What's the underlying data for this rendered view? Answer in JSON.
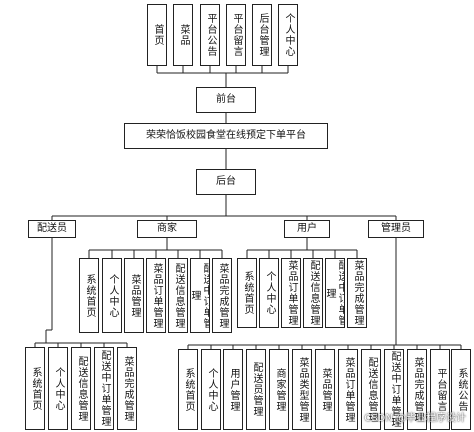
{
  "top_modules": [
    "首页",
    "菜品",
    "平台公告",
    "平台留言",
    "后台管理",
    "个人中心"
  ],
  "front": "前台",
  "platform": "荣荣恰饭校园食堂在线预定下单平台",
  "back": "后台",
  "roles": [
    "配送员",
    "商家",
    "用户",
    "管理员"
  ],
  "delivery_items": [
    "系统首页",
    "个人中心",
    "配送信息管理",
    "配送中订单管理",
    "菜品完成管理"
  ],
  "merchant_items": [
    "系统首页",
    "个人中心",
    "菜品管理",
    "菜品订单管理",
    "配送信息管理",
    "配送中订单管理",
    "菜品完成管理"
  ],
  "user_items": [
    "系统首页",
    "个人中心",
    "菜品订单管理",
    "配送信息管理",
    "配送中订单管理",
    "菜品完成管理"
  ],
  "admin_items": [
    "系统首页",
    "个人中心",
    "用户管理",
    "配送员管理",
    "商家管理",
    "菜品类型管理",
    "菜品管理",
    "菜品订单管理",
    "配送信息管理",
    "配送中订单管理",
    "菜品完成管理",
    "平台留言",
    "系统公告"
  ],
  "watermark": "CSDN @毕业程序设计"
}
